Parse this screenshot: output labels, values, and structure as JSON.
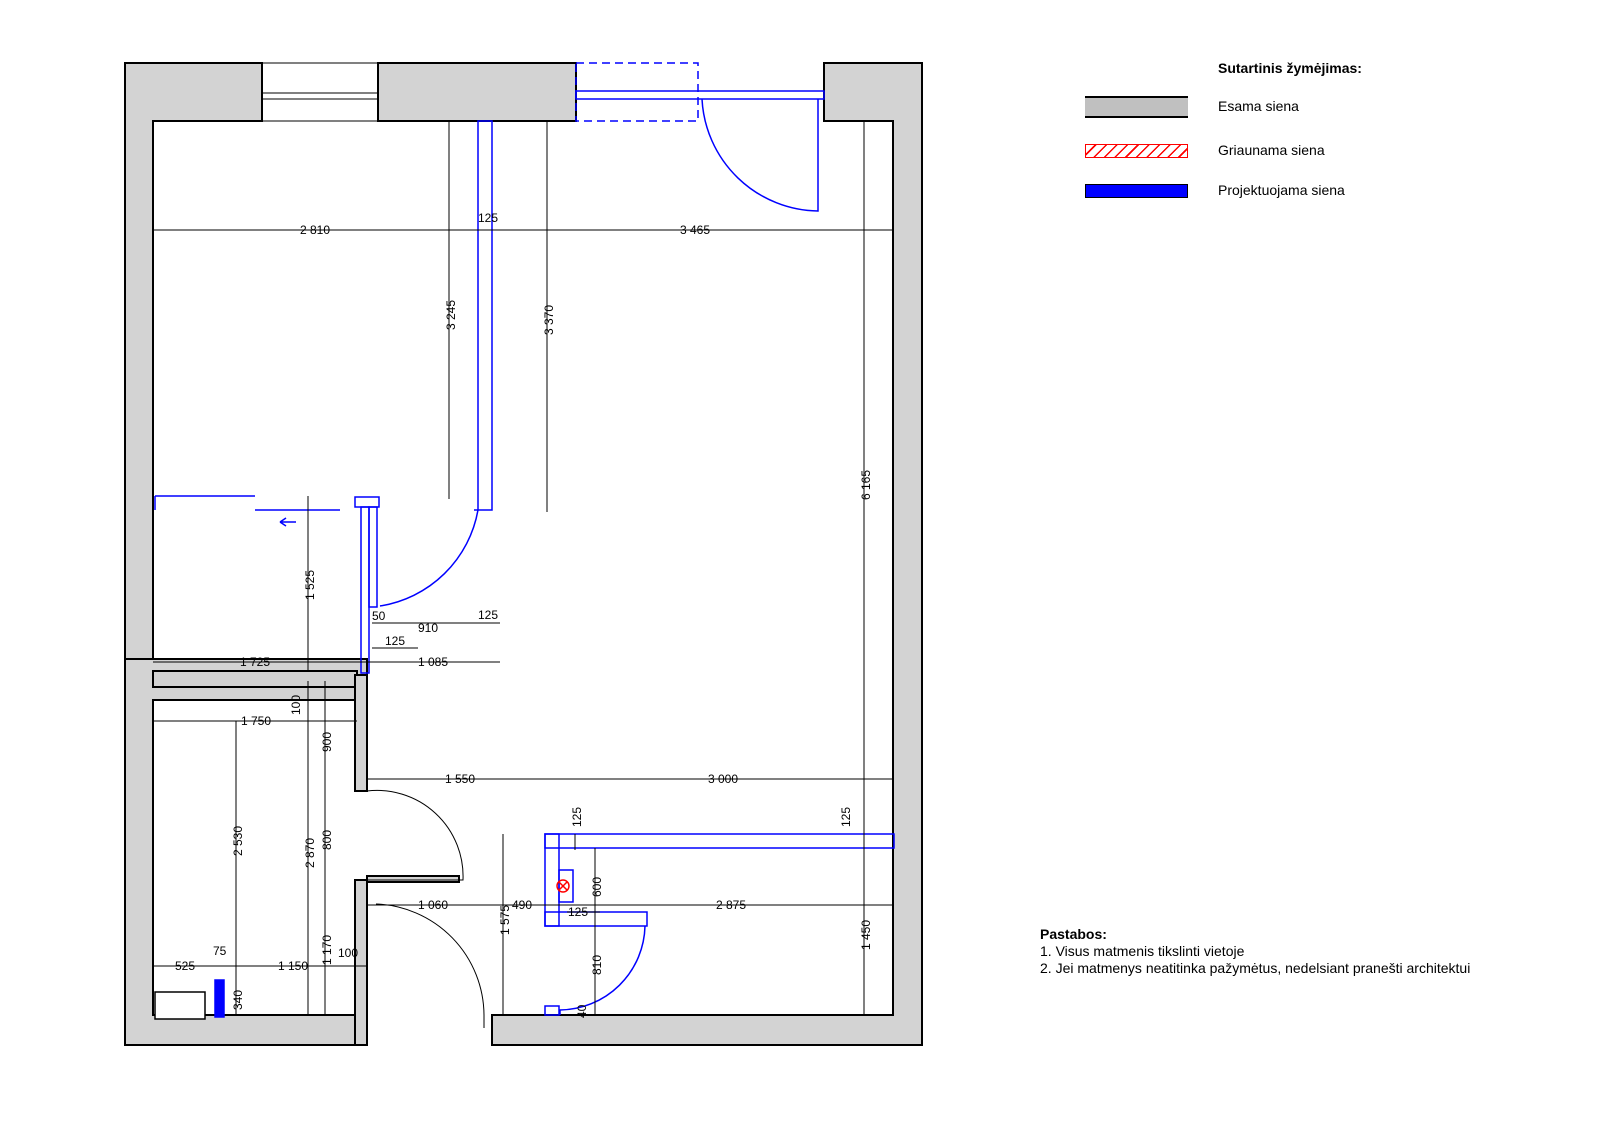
{
  "legend": {
    "title": "Sutartinis žymėjimas:",
    "items": [
      {
        "label": "Esama siena",
        "color": "#d3d3d3"
      },
      {
        "label": "Griaunama siena",
        "color": "#ff0000"
      },
      {
        "label": "Projektuojama siena",
        "color": "#0000ff"
      }
    ]
  },
  "notes": {
    "title": "Pastabos:",
    "lines": [
      "1. Visus matmenis tikslinti vietoje",
      "2. Jei matmenys neatitinka pažymėtus, nedelsiant pranešti architektui"
    ]
  },
  "dimensions": {
    "d2810": "2 810",
    "d3465": "3 465",
    "d125_top": "125",
    "d3245": "3 245",
    "d3370": "3 370",
    "d6165": "6 165",
    "d1525": "1 525",
    "d50": "50",
    "d910": "910",
    "d125_a": "125",
    "d125_b": "125",
    "d1725": "1 725",
    "d1085": "1 085",
    "d100_a": "100",
    "d1750": "1 750",
    "d900": "900",
    "d1550": "1 550",
    "d3000": "3 000",
    "d2530": "2 530",
    "d2870": "2 870",
    "d800": "800",
    "d125_c": "125",
    "d125_d": "125",
    "d600": "600",
    "d1060": "1 060",
    "d490": "490",
    "d2875": "2 875",
    "d125_e": "125",
    "d1575": "1 575",
    "d1450": "1 450",
    "d1170": "1 170",
    "d810": "810",
    "d525": "525",
    "d75": "75",
    "d1150": "1 150",
    "d100_b": "100",
    "d340": "340",
    "d40": "40"
  }
}
